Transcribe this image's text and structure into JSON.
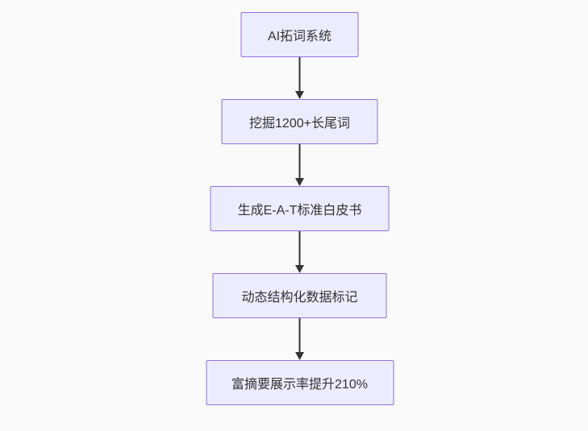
{
  "diagram": {
    "type": "flowchart",
    "direction": "top-down",
    "nodes": [
      {
        "id": "node-1",
        "label": "AI拓词系统"
      },
      {
        "id": "node-2",
        "label": "挖掘1200+长尾词"
      },
      {
        "id": "node-3",
        "label": "生成E-A-T标准白皮书"
      },
      {
        "id": "node-4",
        "label": "动态结构化数据标记"
      },
      {
        "id": "node-5",
        "label": "富摘要展示率提升210%"
      }
    ],
    "edges": [
      {
        "from": "node-1",
        "to": "node-2"
      },
      {
        "from": "node-2",
        "to": "node-3"
      },
      {
        "from": "node-3",
        "to": "node-4"
      },
      {
        "from": "node-4",
        "to": "node-5"
      }
    ],
    "colors": {
      "background": "#fafafa",
      "node_fill": "#ECECFF",
      "node_border": "#9370DB",
      "node_text": "#333333",
      "arrow": "#333333"
    }
  }
}
